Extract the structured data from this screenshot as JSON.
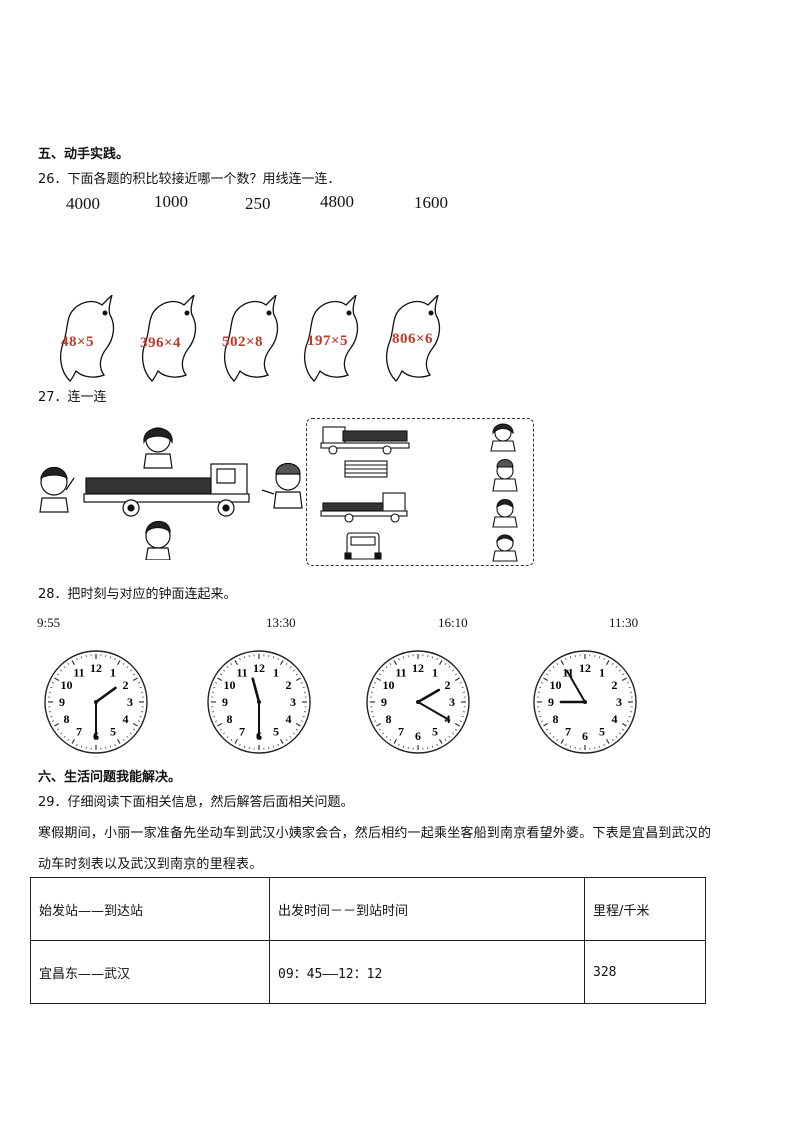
{
  "section5": {
    "heading": "五、动手实践。",
    "q26": {
      "prompt": "26．下面各题的积比较接近哪一个数？用线连一连．",
      "targets": [
        "4000",
        "1000",
        "250",
        "4800",
        "1600"
      ],
      "expressions": [
        "48×5",
        "396×4",
        "502×8",
        "197×5",
        "806×6"
      ]
    },
    "q27": {
      "prompt": "27．连一连"
    },
    "q28": {
      "prompt": "28．把时刻与对应的钟面连起来。",
      "times": [
        "9:55",
        "13:30",
        "16:10",
        "11:30"
      ],
      "clock_numbers": [
        "12",
        "1",
        "2",
        "3",
        "4",
        "5",
        "6",
        "7",
        "8",
        "9",
        "10",
        "11"
      ],
      "clocks": [
        {
          "hour_hand": "toward 2",
          "minute_hand": "6"
        },
        {
          "hour_hand": "toward 11-12",
          "minute_hand": "6"
        },
        {
          "hour_hand": "2",
          "minute_hand": "4"
        },
        {
          "hour_hand": "9",
          "minute_hand": "11"
        }
      ]
    }
  },
  "section6": {
    "heading": "六、生活问题我能解决。",
    "q29": {
      "prompt": "29．仔细阅读下面相关信息，然后解答后面相关问题。",
      "para_line1": "寒假期间，小丽一家准备先坐动车到武汉小姨家会合，然后相约一起乘坐客船到南京看望外婆。下表是宜昌到武汉的",
      "para_line2": "动车时刻表以及武汉到南京的里程表。",
      "table": {
        "headers": [
          "始发站——到达站",
          "出发时间－－到站时间",
          "里程/千米"
        ],
        "rows": [
          [
            "宜昌东——武汉",
            "09：45——12：12",
            "328"
          ]
        ]
      }
    }
  }
}
